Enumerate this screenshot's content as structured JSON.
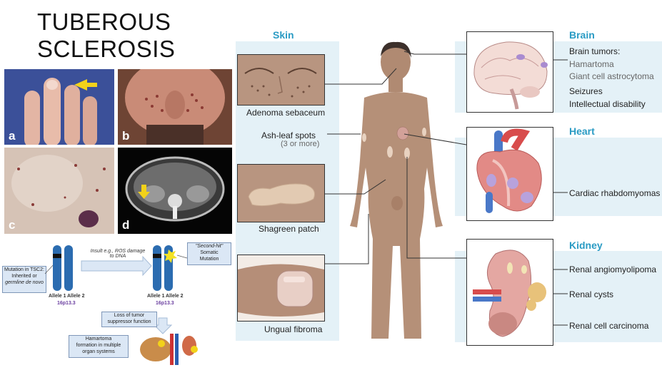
{
  "title": {
    "line1": "TUBEROUS",
    "line2": "SCLEROSIS"
  },
  "photos": {
    "a": "a",
    "b": "b",
    "c": "c",
    "d": "d"
  },
  "pathway": {
    "mutation_line1": "Mutation in TSC2:",
    "mutation_line2": "Inherited or",
    "mutation_line3": "germline de novo",
    "insult_line1": "Insult e.g., ROS damage",
    "insult_line2": "to DNA",
    "second_hit_line1": "\"Second-hit\"",
    "second_hit_line2": "Somatic",
    "second_hit_line3": "Mutation",
    "allele1": "Allele 1",
    "allele2": "Allele 2",
    "locus": "16p13.3",
    "loss_line1": "Loss of tumor",
    "loss_line2": "suppressor function",
    "hamartoma_line1": "Hamartoma",
    "hamartoma_line2": "formation in multiple",
    "hamartoma_line3": "organ systems"
  },
  "skin": {
    "header": "Skin",
    "adenoma": "Adenoma sebaceum",
    "ashleaf": "Ash-leaf spots",
    "ashleaf_note": "(3 or more)",
    "shagreen": "Shagreen patch",
    "ungual": "Ungual fibroma"
  },
  "brain": {
    "header": "Brain",
    "tumors": "Brain tumors:",
    "hamartoma": "Hamartoma",
    "astro": "Giant cell astrocytoma",
    "seizures": "Seizures",
    "disability": "Intellectual disability"
  },
  "heart": {
    "header": "Heart",
    "rhabdo": "Cardiac rhabdomyomas"
  },
  "kidney": {
    "header": "Kidney",
    "aml": "Renal angiomyolipoma",
    "cysts": "Renal cysts",
    "rcc": "Renal cell carcinoma"
  },
  "colors": {
    "accent": "#2a9bc4",
    "band": "#e4f1f7",
    "skin_tone": "#b59078"
  }
}
